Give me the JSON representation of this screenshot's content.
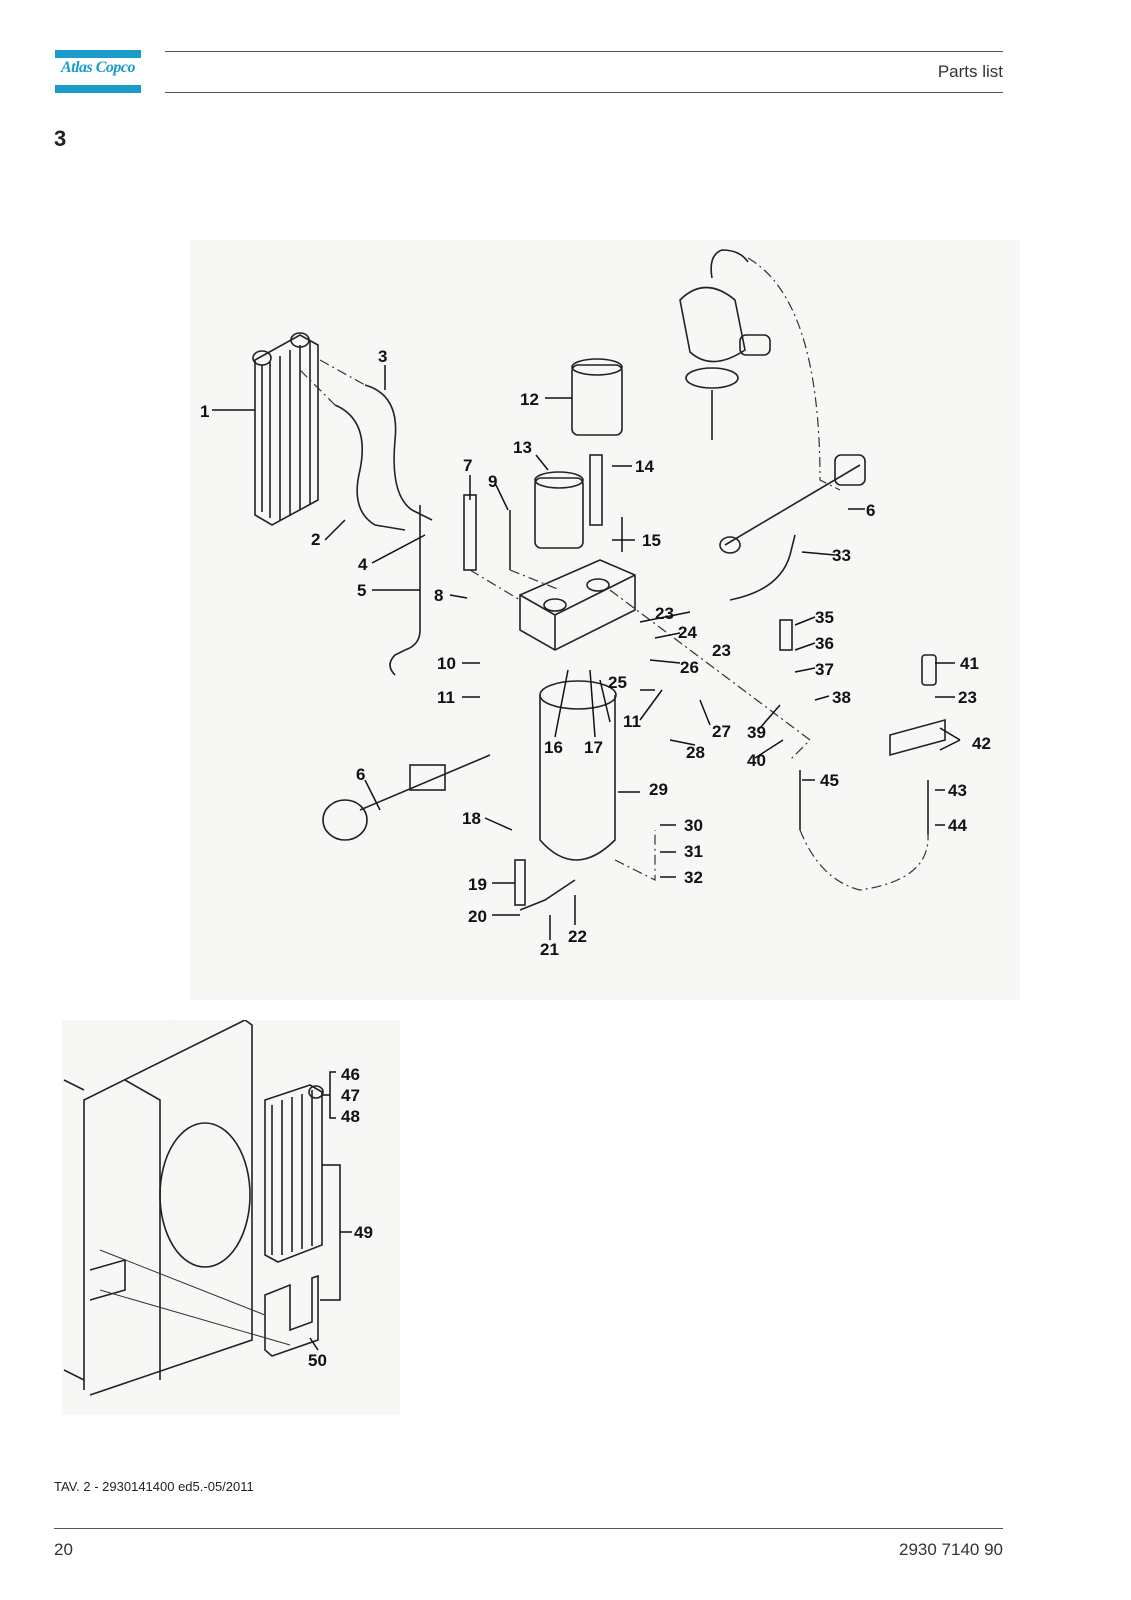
{
  "header": {
    "logo_text": "Atlas Copco",
    "section_title": "Parts list"
  },
  "page_section": "3",
  "diagram_main": {
    "callouts": [
      "1",
      "2",
      "3",
      "4",
      "5",
      "6",
      "7",
      "8",
      "9",
      "10",
      "11",
      "12",
      "13",
      "14",
      "15",
      "16",
      "17",
      "18",
      "19",
      "20",
      "21",
      "22",
      "23",
      "24",
      "25",
      "26",
      "27",
      "28",
      "29",
      "30",
      "31",
      "32",
      "33",
      "35",
      "36",
      "37",
      "38",
      "39",
      "40",
      "41",
      "42",
      "43",
      "44",
      "45"
    ]
  },
  "diagram_secondary": {
    "callouts": [
      "46",
      "47",
      "48",
      "49",
      "50"
    ]
  },
  "footer": {
    "reference": "TAV. 2 - 2930141400 ed5.-05/2011",
    "page_number": "20",
    "document_number": "2930 7140 90"
  },
  "colors": {
    "brand": "#1a9bc9",
    "line": "#555555"
  }
}
